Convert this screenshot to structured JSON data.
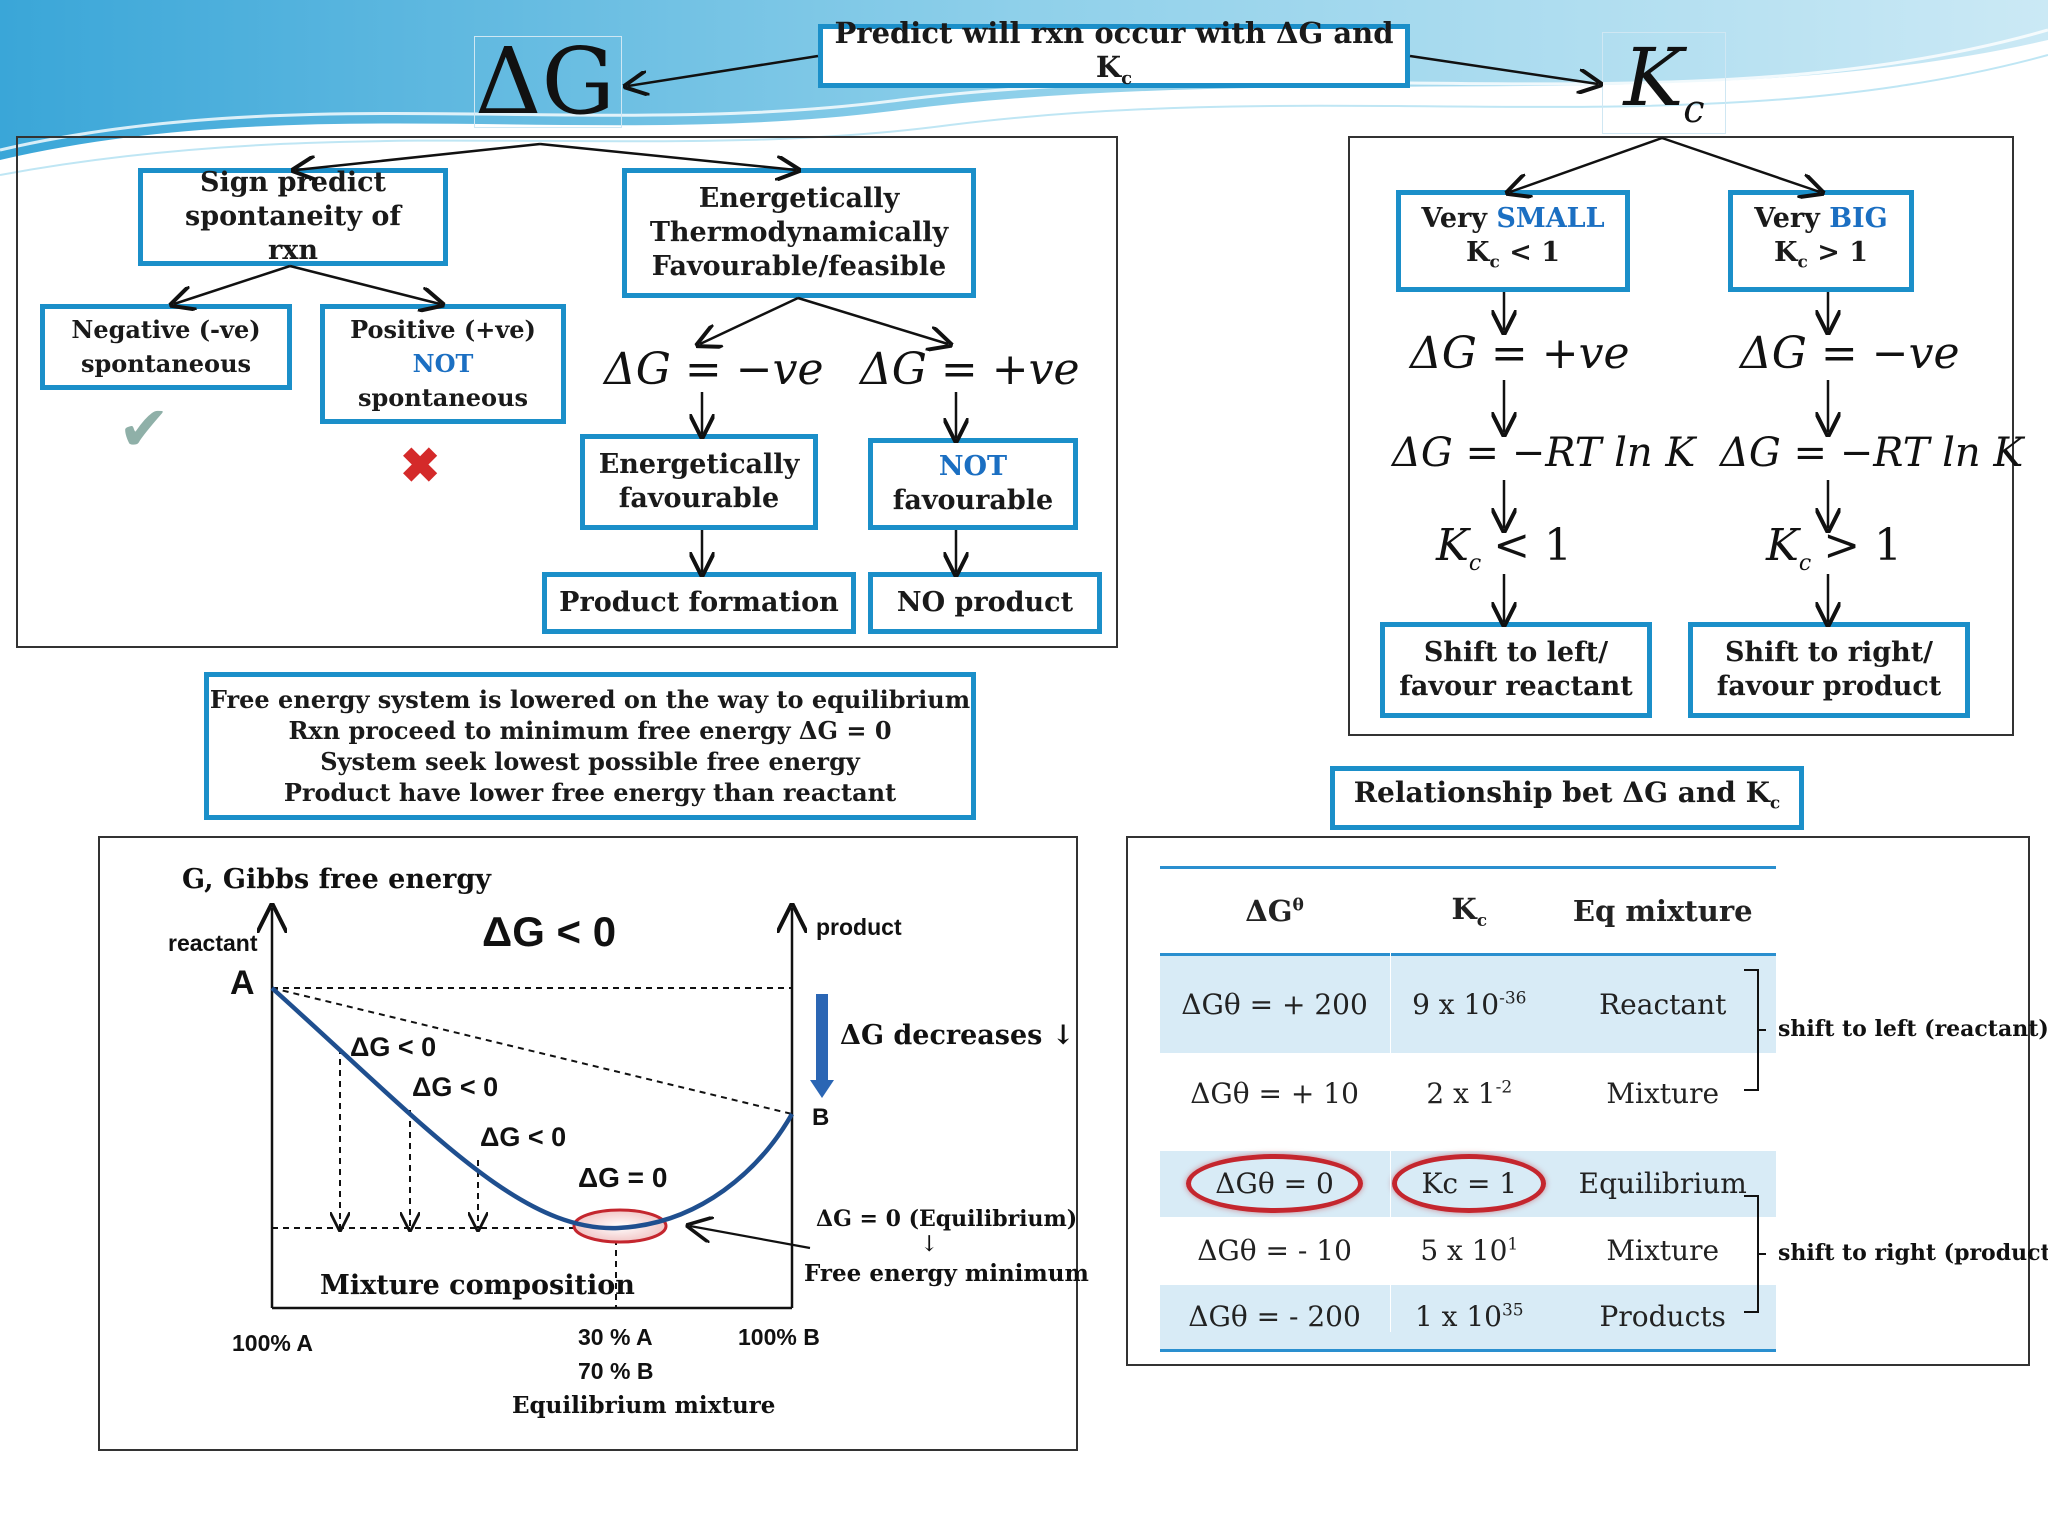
{
  "colors": {
    "accent": "#1b8fc9",
    "highlight": "#1b6fc2",
    "curve": "#1f4f8f",
    "mark": "#c4262e",
    "check": "#8fb0a8"
  },
  "header": {
    "title_pre": "Predict will rxn occur with ΔG and K",
    "title_sub": "c"
  },
  "big_labels": {
    "dg": "ΔG",
    "kc": "K",
    "kc_sub": "c"
  },
  "left": {
    "sign_box": "Sign predict spontaneity of rxn",
    "energy_box": "Energetically Thermodynamically Favourable/feasible",
    "neg": {
      "l1": "Negative (-ve)",
      "l2": "spontaneous"
    },
    "pos": {
      "l1": "Positive (+ve)",
      "l2": "NOT",
      "l3": "spontaneous"
    },
    "eq_neg": "ΔG = −ve",
    "eq_pos": "ΔG = +ve",
    "fav": {
      "l1": "Energetically",
      "l2": "favourable"
    },
    "notfav": {
      "l1": "NOT",
      "l2": "favourable"
    },
    "product": "Product formation",
    "noproduct": "NO product"
  },
  "right": {
    "small": {
      "pre": "Very ",
      "word": "SMALL",
      "k": "K",
      "sub": "c",
      "rel": " < 1"
    },
    "big": {
      "pre": "Very ",
      "word": "BIG",
      "k": "K",
      "sub": "c",
      "rel": " > 1"
    },
    "dg_pos": "ΔG = +ve",
    "dg_neg": "ΔG = −ve",
    "rt": "ΔG = −RT ln K",
    "kc_lt": "< 1",
    "kc_gt": "> 1",
    "shift_left": {
      "l1": "Shift to left/",
      "l2": "favour reactant"
    },
    "shift_right": {
      "l1": "Shift to right/",
      "l2": "favour product"
    }
  },
  "free_energy": {
    "l1": "Free energy system is lowered on the way to equilibrium",
    "l2": "Rxn proceed to minimum free energy ΔG = 0",
    "l3": "System seek lowest possible free energy",
    "l4": "Product have lower free energy than reactant"
  },
  "graph": {
    "ylabel": "G, Gibbs free energy",
    "reactant": "reactant",
    "product": "product",
    "A": "A",
    "B": "B",
    "title": "ΔG < 0",
    "dg_lt": "ΔG < 0",
    "dg_zero": "ΔG = 0",
    "decreases": "ΔG decreases ↓",
    "eq_note": "ΔG = 0 (Equilibrium)",
    "down": "↓",
    "min_note": "Free energy minimum",
    "mixture": "Mixture composition",
    "left_tick": "100% A",
    "mid1": "30 % A",
    "mid2": "70 % B",
    "right_tick": "100% B",
    "eq_mix": "Equilibrium mixture"
  },
  "relationship": {
    "title_pre": "Relationship bet ΔG and K",
    "title_sub": "c",
    "headers": [
      "ΔGθ",
      "Kc",
      "Eq mixture"
    ],
    "rows": [
      {
        "dg": "ΔGθ = + 200",
        "kc": "9 x 10",
        "kc_exp": "-36",
        "mix": "Reactant"
      },
      {
        "dg": "ΔGθ = + 10",
        "kc": "2 x 1",
        "kc_exp": "-2",
        "mix": "Mixture"
      },
      {
        "dg": "ΔGθ = 0",
        "kc": "Kc = 1",
        "kc_exp": "",
        "mix": "Equilibrium"
      },
      {
        "dg": "ΔGθ = - 10",
        "kc": "5 x 10",
        "kc_exp": "1",
        "mix": "Mixture"
      },
      {
        "dg": "ΔGθ = - 200",
        "kc": "1 x 10",
        "kc_exp": "35",
        "mix": "Products"
      }
    ],
    "shift_left": "shift to left (reactant)",
    "shift_right": "shift to right (product)"
  }
}
